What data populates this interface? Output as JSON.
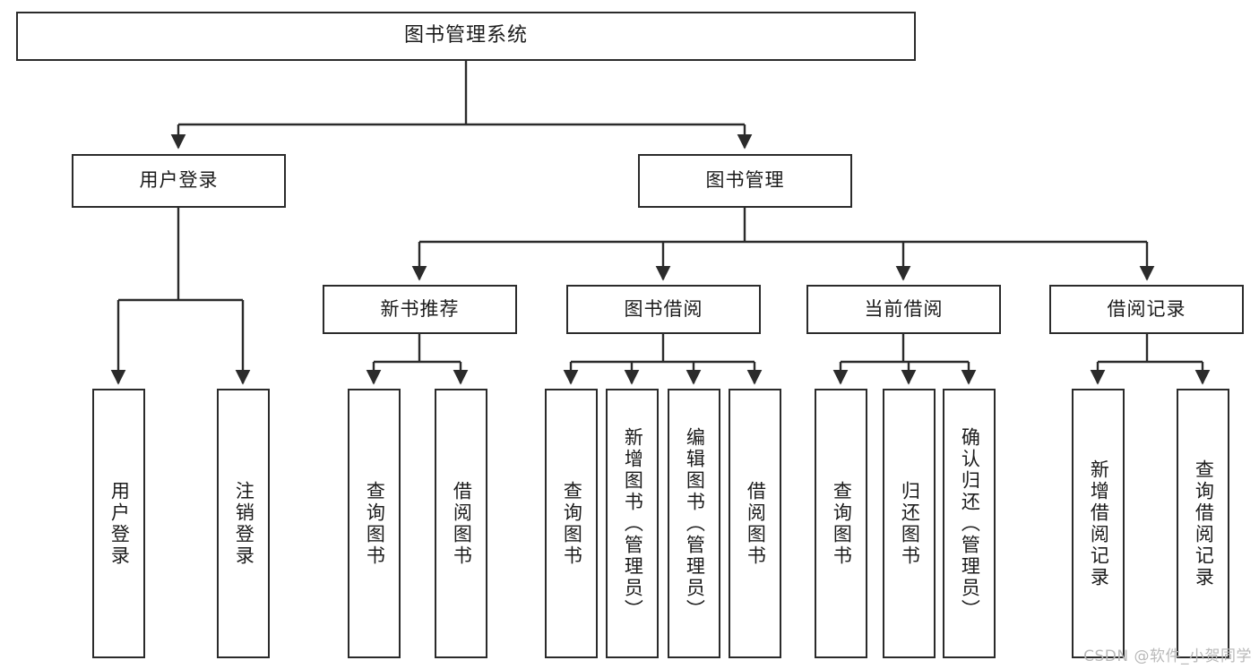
{
  "diagram": {
    "title": "图书管理系统",
    "type": "tree-hierarchy",
    "watermark": "CSDN @软件_小贺同学",
    "colors": {
      "stroke": "#2b2b2b",
      "fill": "#ffffff",
      "text": "#1b1b1b",
      "watermark": "#b9b9b9"
    },
    "nodes": {
      "root": {
        "label": "图书管理系统",
        "level": 1,
        "orientation": "horizontal"
      },
      "user_login": {
        "label": "用户登录",
        "level": 2,
        "orientation": "horizontal"
      },
      "book_manage": {
        "label": "图书管理",
        "level": 2,
        "orientation": "horizontal"
      },
      "new_book_rec": {
        "label": "新书推荐",
        "level": 3,
        "orientation": "horizontal"
      },
      "book_borrow": {
        "label": "图书借阅",
        "level": 3,
        "orientation": "horizontal"
      },
      "current_borrow": {
        "label": "当前借阅",
        "level": 3,
        "orientation": "horizontal"
      },
      "borrow_record": {
        "label": "借阅记录",
        "level": 3,
        "orientation": "horizontal"
      },
      "leaf_user_login": {
        "label": "用户登录",
        "level": 4,
        "orientation": "vertical"
      },
      "leaf_logout": {
        "label": "注销登录",
        "level": 4,
        "orientation": "vertical"
      },
      "leaf_query_book_a": {
        "label": "查询图书",
        "level": 4,
        "orientation": "vertical"
      },
      "leaf_borrow_book_a": {
        "label": "借阅图书",
        "level": 4,
        "orientation": "vertical"
      },
      "leaf_query_book_b": {
        "label": "查询图书",
        "level": 4,
        "orientation": "vertical"
      },
      "leaf_add_book": {
        "label": "新增图书（管理员）",
        "level": 4,
        "orientation": "vertical"
      },
      "leaf_edit_book": {
        "label": "编辑图书（管理员）",
        "level": 4,
        "orientation": "vertical"
      },
      "leaf_borrow_book_b": {
        "label": "借阅图书",
        "level": 4,
        "orientation": "vertical"
      },
      "leaf_query_book_c": {
        "label": "查询图书",
        "level": 4,
        "orientation": "vertical"
      },
      "leaf_return_book": {
        "label": "归还图书",
        "level": 4,
        "orientation": "vertical"
      },
      "leaf_confirm_return": {
        "label": "确认归还（管理员）",
        "level": 4,
        "orientation": "vertical"
      },
      "leaf_add_record": {
        "label": "新增借阅记录",
        "level": 4,
        "orientation": "vertical"
      },
      "leaf_query_record": {
        "label": "查询借阅记录",
        "level": 4,
        "orientation": "vertical"
      }
    },
    "edges": [
      {
        "from": "root",
        "to": "user_login"
      },
      {
        "from": "root",
        "to": "book_manage"
      },
      {
        "from": "user_login",
        "to": "leaf_user_login"
      },
      {
        "from": "user_login",
        "to": "leaf_logout"
      },
      {
        "from": "book_manage",
        "to": "new_book_rec"
      },
      {
        "from": "book_manage",
        "to": "book_borrow"
      },
      {
        "from": "book_manage",
        "to": "current_borrow"
      },
      {
        "from": "book_manage",
        "to": "borrow_record"
      },
      {
        "from": "new_book_rec",
        "to": "leaf_query_book_a"
      },
      {
        "from": "new_book_rec",
        "to": "leaf_borrow_book_a"
      },
      {
        "from": "book_borrow",
        "to": "leaf_query_book_b"
      },
      {
        "from": "book_borrow",
        "to": "leaf_add_book"
      },
      {
        "from": "book_borrow",
        "to": "leaf_edit_book"
      },
      {
        "from": "book_borrow",
        "to": "leaf_borrow_book_b"
      },
      {
        "from": "current_borrow",
        "to": "leaf_query_book_c"
      },
      {
        "from": "current_borrow",
        "to": "leaf_return_book"
      },
      {
        "from": "current_borrow",
        "to": "leaf_confirm_return"
      },
      {
        "from": "borrow_record",
        "to": "leaf_add_record"
      },
      {
        "from": "borrow_record",
        "to": "leaf_query_record"
      }
    ]
  }
}
